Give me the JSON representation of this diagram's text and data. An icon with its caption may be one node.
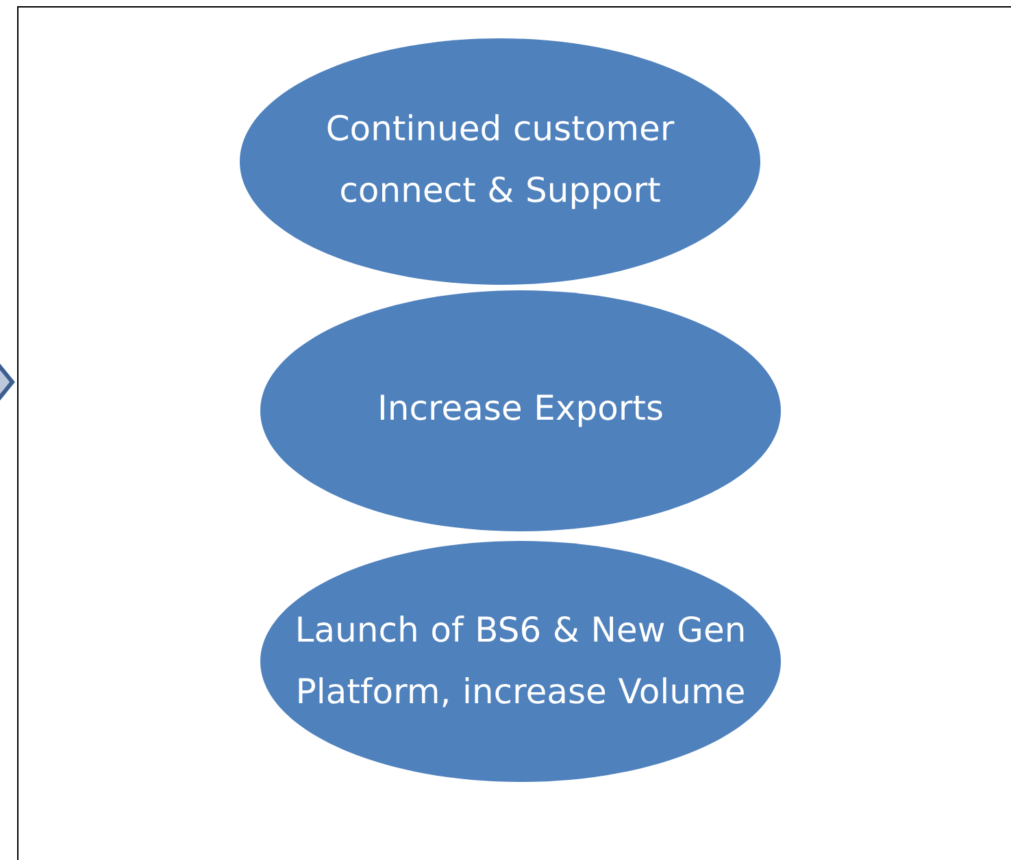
{
  "diagram": {
    "nodes": [
      {
        "text": [
          "Continued customer connect & Support"
        ]
      },
      {
        "text": [
          "Increase Exports"
        ]
      },
      {
        "text": [
          "Launch of BS6 & New Gen Platform, increase Volume"
        ]
      }
    ]
  }
}
